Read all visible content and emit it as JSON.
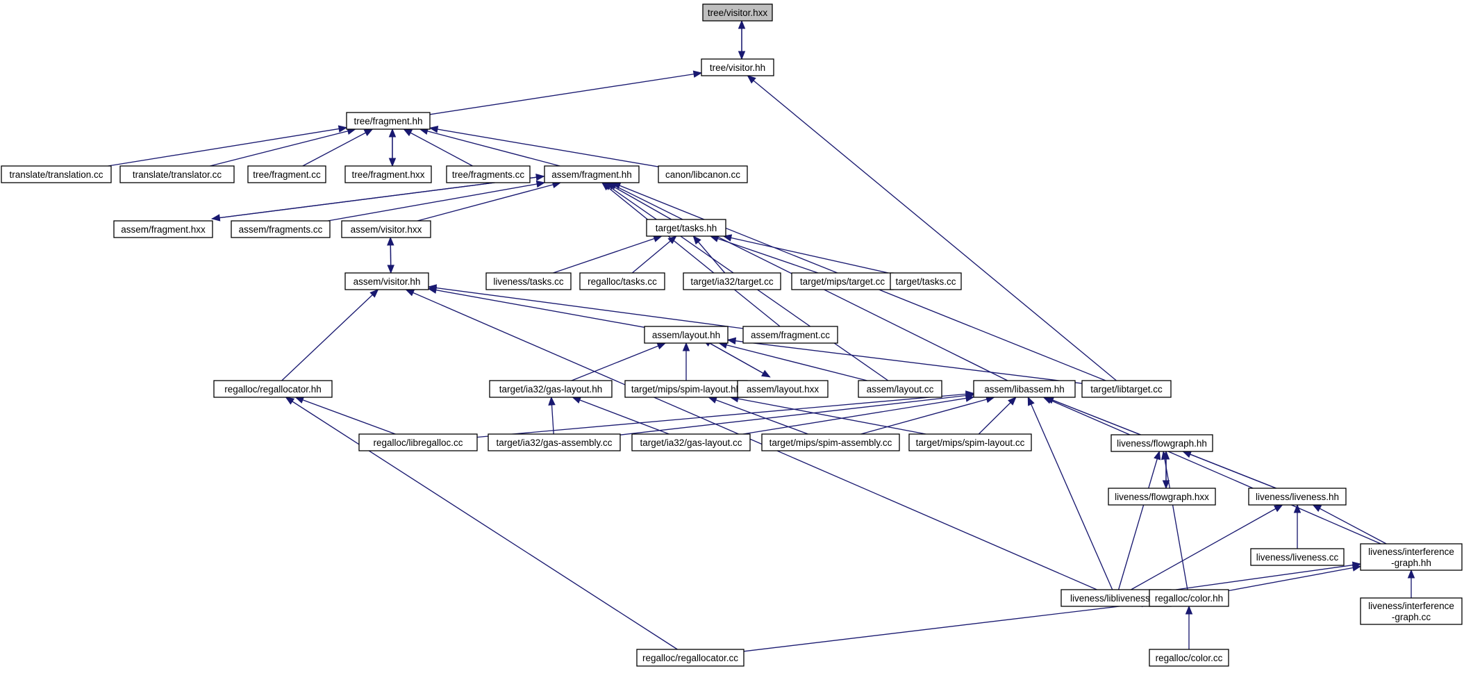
{
  "graph": {
    "title": "tree/visitor.hxx",
    "colors": {
      "edge": "#191970",
      "root_fill": "#bfbfbf",
      "node_fill": "#ffffff",
      "node_border": "#000000"
    },
    "nodes": [
      {
        "id": "n0",
        "label": "tree/visitor.hxx",
        "root": true
      },
      {
        "id": "n1",
        "label": "tree/visitor.hh"
      },
      {
        "id": "n2",
        "label": "tree/fragment.hh"
      },
      {
        "id": "n3",
        "label": "translate/translation.cc"
      },
      {
        "id": "n4",
        "label": "translate/translator.cc"
      },
      {
        "id": "n5",
        "label": "tree/fragment.cc"
      },
      {
        "id": "n6",
        "label": "tree/fragment.hxx"
      },
      {
        "id": "n7",
        "label": "tree/fragments.cc"
      },
      {
        "id": "n8",
        "label": "assem/fragment.hh"
      },
      {
        "id": "n9",
        "label": "canon/libcanon.cc"
      },
      {
        "id": "n10",
        "label": "assem/fragment.hxx"
      },
      {
        "id": "n11",
        "label": "assem/fragments.cc"
      },
      {
        "id": "n12",
        "label": "assem/visitor.hxx"
      },
      {
        "id": "n13",
        "label": "target/tasks.hh"
      },
      {
        "id": "n14",
        "label": "assem/visitor.hh"
      },
      {
        "id": "n15",
        "label": "liveness/tasks.cc"
      },
      {
        "id": "n16",
        "label": "regalloc/tasks.cc"
      },
      {
        "id": "n17",
        "label": "target/ia32/target.cc"
      },
      {
        "id": "n18",
        "label": "target/mips/target.cc"
      },
      {
        "id": "n19",
        "label": "target/tasks.cc"
      },
      {
        "id": "n20",
        "label": "assem/layout.hh"
      },
      {
        "id": "n21",
        "label": "assem/fragment.cc"
      },
      {
        "id": "n22",
        "label": "regalloc/regallocator.hh"
      },
      {
        "id": "n23",
        "label": "target/ia32/gas-layout.hh"
      },
      {
        "id": "n24",
        "label": "target/mips/spim-layout.hh"
      },
      {
        "id": "n25",
        "label": "assem/layout.hxx"
      },
      {
        "id": "n26",
        "label": "assem/layout.cc"
      },
      {
        "id": "n27",
        "label": "assem/libassem.hh"
      },
      {
        "id": "n28",
        "label": "target/libtarget.cc"
      },
      {
        "id": "n29",
        "label": "regalloc/libregalloc.cc"
      },
      {
        "id": "n30",
        "label": "target/ia32/gas-assembly.cc"
      },
      {
        "id": "n31",
        "label": "target/ia32/gas-layout.cc"
      },
      {
        "id": "n32",
        "label": "target/mips/spim-assembly.cc"
      },
      {
        "id": "n33",
        "label": "target/mips/spim-layout.cc"
      },
      {
        "id": "n34",
        "label": "liveness/flowgraph.hh"
      },
      {
        "id": "n35",
        "label": "liveness/flowgraph.hxx"
      },
      {
        "id": "n36",
        "label": "liveness/liveness.hh"
      },
      {
        "id": "n37",
        "label": "liveness/liveness.cc"
      },
      {
        "id": "n38",
        "label": [
          "liveness/interference",
          "-graph.hh"
        ]
      },
      {
        "id": "n39",
        "label": "liveness/libliveness.cc"
      },
      {
        "id": "n40",
        "label": "regalloc/color.hh"
      },
      {
        "id": "n41",
        "label": [
          "liveness/interference",
          "-graph.cc"
        ]
      },
      {
        "id": "n42",
        "label": "regalloc/regallocator.cc"
      },
      {
        "id": "n43",
        "label": "regalloc/color.cc"
      }
    ],
    "edges": [
      {
        "from": "n0",
        "to": "n1"
      },
      {
        "from": "n1",
        "to": "n0"
      },
      {
        "from": "n1",
        "to": "n2"
      },
      {
        "from": "n1",
        "to": "n28"
      },
      {
        "from": "n2",
        "to": "n3"
      },
      {
        "from": "n2",
        "to": "n4"
      },
      {
        "from": "n2",
        "to": "n5"
      },
      {
        "from": "n2",
        "to": "n6"
      },
      {
        "from": "n6",
        "to": "n2"
      },
      {
        "from": "n2",
        "to": "n7"
      },
      {
        "from": "n2",
        "to": "n8"
      },
      {
        "from": "n2",
        "to": "n9"
      },
      {
        "from": "n8",
        "to": "n10"
      },
      {
        "from": "n10",
        "to": "n8"
      },
      {
        "from": "n8",
        "to": "n11"
      },
      {
        "from": "n8",
        "to": "n12"
      },
      {
        "from": "n8",
        "to": "n13"
      },
      {
        "from": "n8",
        "to": "n21"
      },
      {
        "from": "n8",
        "to": "n26"
      },
      {
        "from": "n8",
        "to": "n27"
      },
      {
        "from": "n8",
        "to": "n28"
      },
      {
        "from": "n12",
        "to": "n14"
      },
      {
        "from": "n14",
        "to": "n12"
      },
      {
        "from": "n13",
        "to": "n15"
      },
      {
        "from": "n13",
        "to": "n16"
      },
      {
        "from": "n13",
        "to": "n17"
      },
      {
        "from": "n13",
        "to": "n18"
      },
      {
        "from": "n13",
        "to": "n19"
      },
      {
        "from": "n14",
        "to": "n20"
      },
      {
        "from": "n14",
        "to": "n21"
      },
      {
        "from": "n14",
        "to": "n22"
      },
      {
        "from": "n14",
        "to": "n39"
      },
      {
        "from": "n20",
        "to": "n23"
      },
      {
        "from": "n20",
        "to": "n24"
      },
      {
        "from": "n20",
        "to": "n25"
      },
      {
        "from": "n25",
        "to": "n20"
      },
      {
        "from": "n20",
        "to": "n26"
      },
      {
        "from": "n20",
        "to": "n28"
      },
      {
        "from": "n22",
        "to": "n29"
      },
      {
        "from": "n22",
        "to": "n42"
      },
      {
        "from": "n23",
        "to": "n30"
      },
      {
        "from": "n23",
        "to": "n31"
      },
      {
        "from": "n24",
        "to": "n32"
      },
      {
        "from": "n24",
        "to": "n33"
      },
      {
        "from": "n27",
        "to": "n29"
      },
      {
        "from": "n27",
        "to": "n30"
      },
      {
        "from": "n27",
        "to": "n31"
      },
      {
        "from": "n27",
        "to": "n32"
      },
      {
        "from": "n27",
        "to": "n33"
      },
      {
        "from": "n27",
        "to": "n34"
      },
      {
        "from": "n27",
        "to": "n36"
      },
      {
        "from": "n27",
        "to": "n38"
      },
      {
        "from": "n27",
        "to": "n39"
      },
      {
        "from": "n34",
        "to": "n35"
      },
      {
        "from": "n35",
        "to": "n34"
      },
      {
        "from": "n34",
        "to": "n36"
      },
      {
        "from": "n34",
        "to": "n39"
      },
      {
        "from": "n34",
        "to": "n40"
      },
      {
        "from": "n36",
        "to": "n37"
      },
      {
        "from": "n36",
        "to": "n38"
      },
      {
        "from": "n36",
        "to": "n39"
      },
      {
        "from": "n38",
        "to": "n39"
      },
      {
        "from": "n38",
        "to": "n40"
      },
      {
        "from": "n38",
        "to": "n41"
      },
      {
        "from": "n40",
        "to": "n42"
      },
      {
        "from": "n40",
        "to": "n43"
      }
    ]
  }
}
